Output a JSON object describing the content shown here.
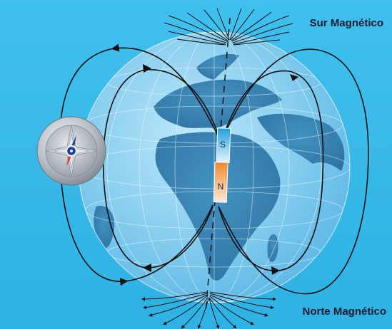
{
  "labels": {
    "south_pole": "Sur Magnético",
    "north_pole": "Norte Magnético"
  },
  "magnet": {
    "top_letter": "S",
    "bottom_letter": "N",
    "top_color": "#2aa9e4",
    "bottom_color": "#f08a2c"
  },
  "colors": {
    "background": "#35b9ea",
    "field_lines": "#111111",
    "compass_needle_north": "#1c3f9e",
    "compass_needle_south": "#d9382b"
  }
}
